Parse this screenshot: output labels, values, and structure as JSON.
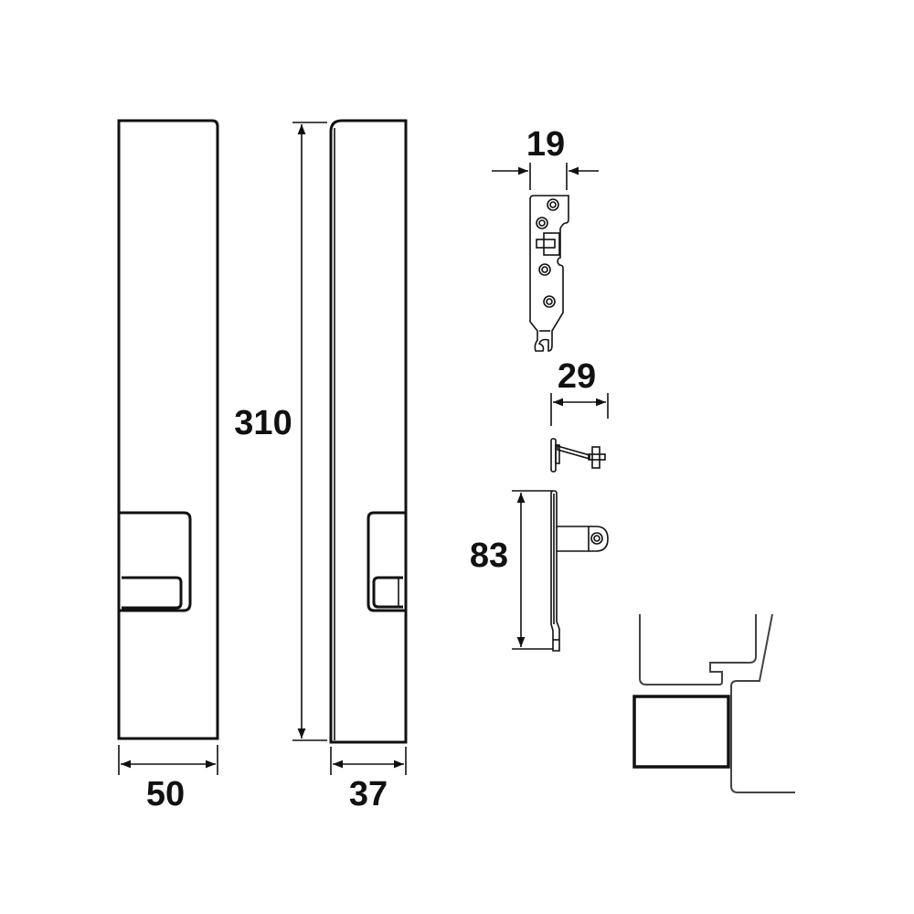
{
  "dimensions": {
    "height": "310",
    "front_width": "50",
    "side_depth": "37",
    "bracket_width": "19",
    "arm_width": "29",
    "bar_height": "83"
  },
  "colors": {
    "line": "#111111",
    "section": "#444444"
  }
}
